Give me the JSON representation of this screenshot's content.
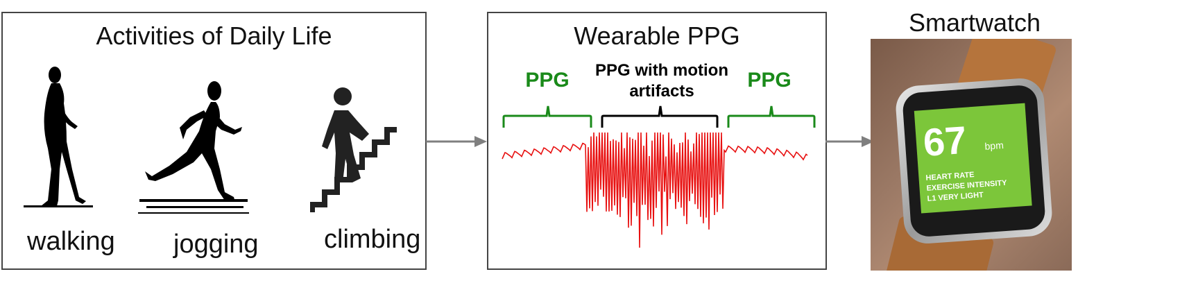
{
  "activities_panel": {
    "title": "Activities of Daily Life",
    "items": [
      {
        "label": "walking",
        "icon": "walking-figure-icon"
      },
      {
        "label": "jogging",
        "icon": "running-figure-icon"
      },
      {
        "label": "climbing",
        "icon": "stairs-climbing-icon"
      }
    ]
  },
  "ppg_panel": {
    "title": "Wearable PPG",
    "segments": [
      {
        "label": "PPG",
        "color": "#1a8a1a"
      },
      {
        "label": "PPG with motion artifacts",
        "color": "#000000"
      },
      {
        "label": "PPG",
        "color": "#1a8a1a"
      }
    ],
    "signal_color": "#e81010"
  },
  "smartwatch": {
    "title": "Smartwatch",
    "screen": {
      "value": "67",
      "unit": "bpm",
      "lines": [
        "HEART RATE",
        "EXERCISE INTENSITY",
        "L1 VERY LIGHT"
      ],
      "screen_color": "#7cc63a"
    }
  },
  "colors": {
    "arrow": "#7f7f7f",
    "panel_border": "#444444"
  }
}
